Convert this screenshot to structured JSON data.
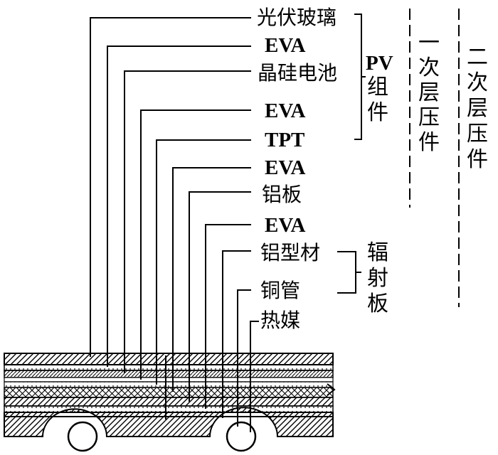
{
  "layers": [
    {
      "key": "glass",
      "label": "光伏玻璃"
    },
    {
      "key": "eva1",
      "label": "EVA"
    },
    {
      "key": "cell",
      "label": "晶硅电池"
    },
    {
      "key": "eva2",
      "label": "EVA"
    },
    {
      "key": "tpt",
      "label": "TPT"
    },
    {
      "key": "eva3",
      "label": "EVA"
    },
    {
      "key": "al_plate",
      "label": "铝板"
    },
    {
      "key": "eva4",
      "label": "EVA"
    },
    {
      "key": "al_profile",
      "label": "铝型材"
    },
    {
      "key": "cu_tube",
      "label": "铜管"
    },
    {
      "key": "medium",
      "label": "热媒"
    }
  ],
  "groups": {
    "pv_module": {
      "line1": "PV",
      "line2": "组",
      "line3": "件"
    },
    "radiator": {
      "chars": [
        "辐",
        "射",
        "板"
      ]
    },
    "first_lamination": {
      "chars": [
        "一",
        "次",
        "层",
        "压",
        "件"
      ]
    },
    "second_lamination": {
      "chars": [
        "二",
        "次",
        "层",
        "压",
        "件"
      ]
    }
  }
}
